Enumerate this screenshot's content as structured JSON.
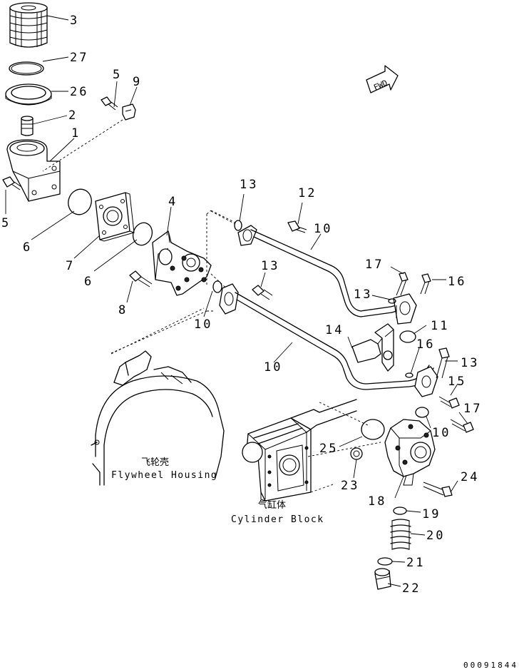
{
  "callouts": [
    "3",
    "27",
    "26",
    "5",
    "9",
    "2",
    "1",
    "5",
    "6",
    "7",
    "6",
    "4",
    "8",
    "10",
    "13",
    "12",
    "10",
    "13",
    "17",
    "16",
    "13",
    "14",
    "11",
    "10",
    "16",
    "13",
    "15",
    "17",
    "10",
    "25",
    "23",
    "24",
    "18",
    "19",
    "20",
    "21",
    "22"
  ],
  "labels": {
    "flywheel_cn": "飞轮壳",
    "flywheel_en": "Flywheel Housing",
    "cylinder_cn": "气缸体",
    "cylinder_en": "Cylinder Block",
    "fwd": "FWD"
  },
  "drawing_code": "00091844"
}
